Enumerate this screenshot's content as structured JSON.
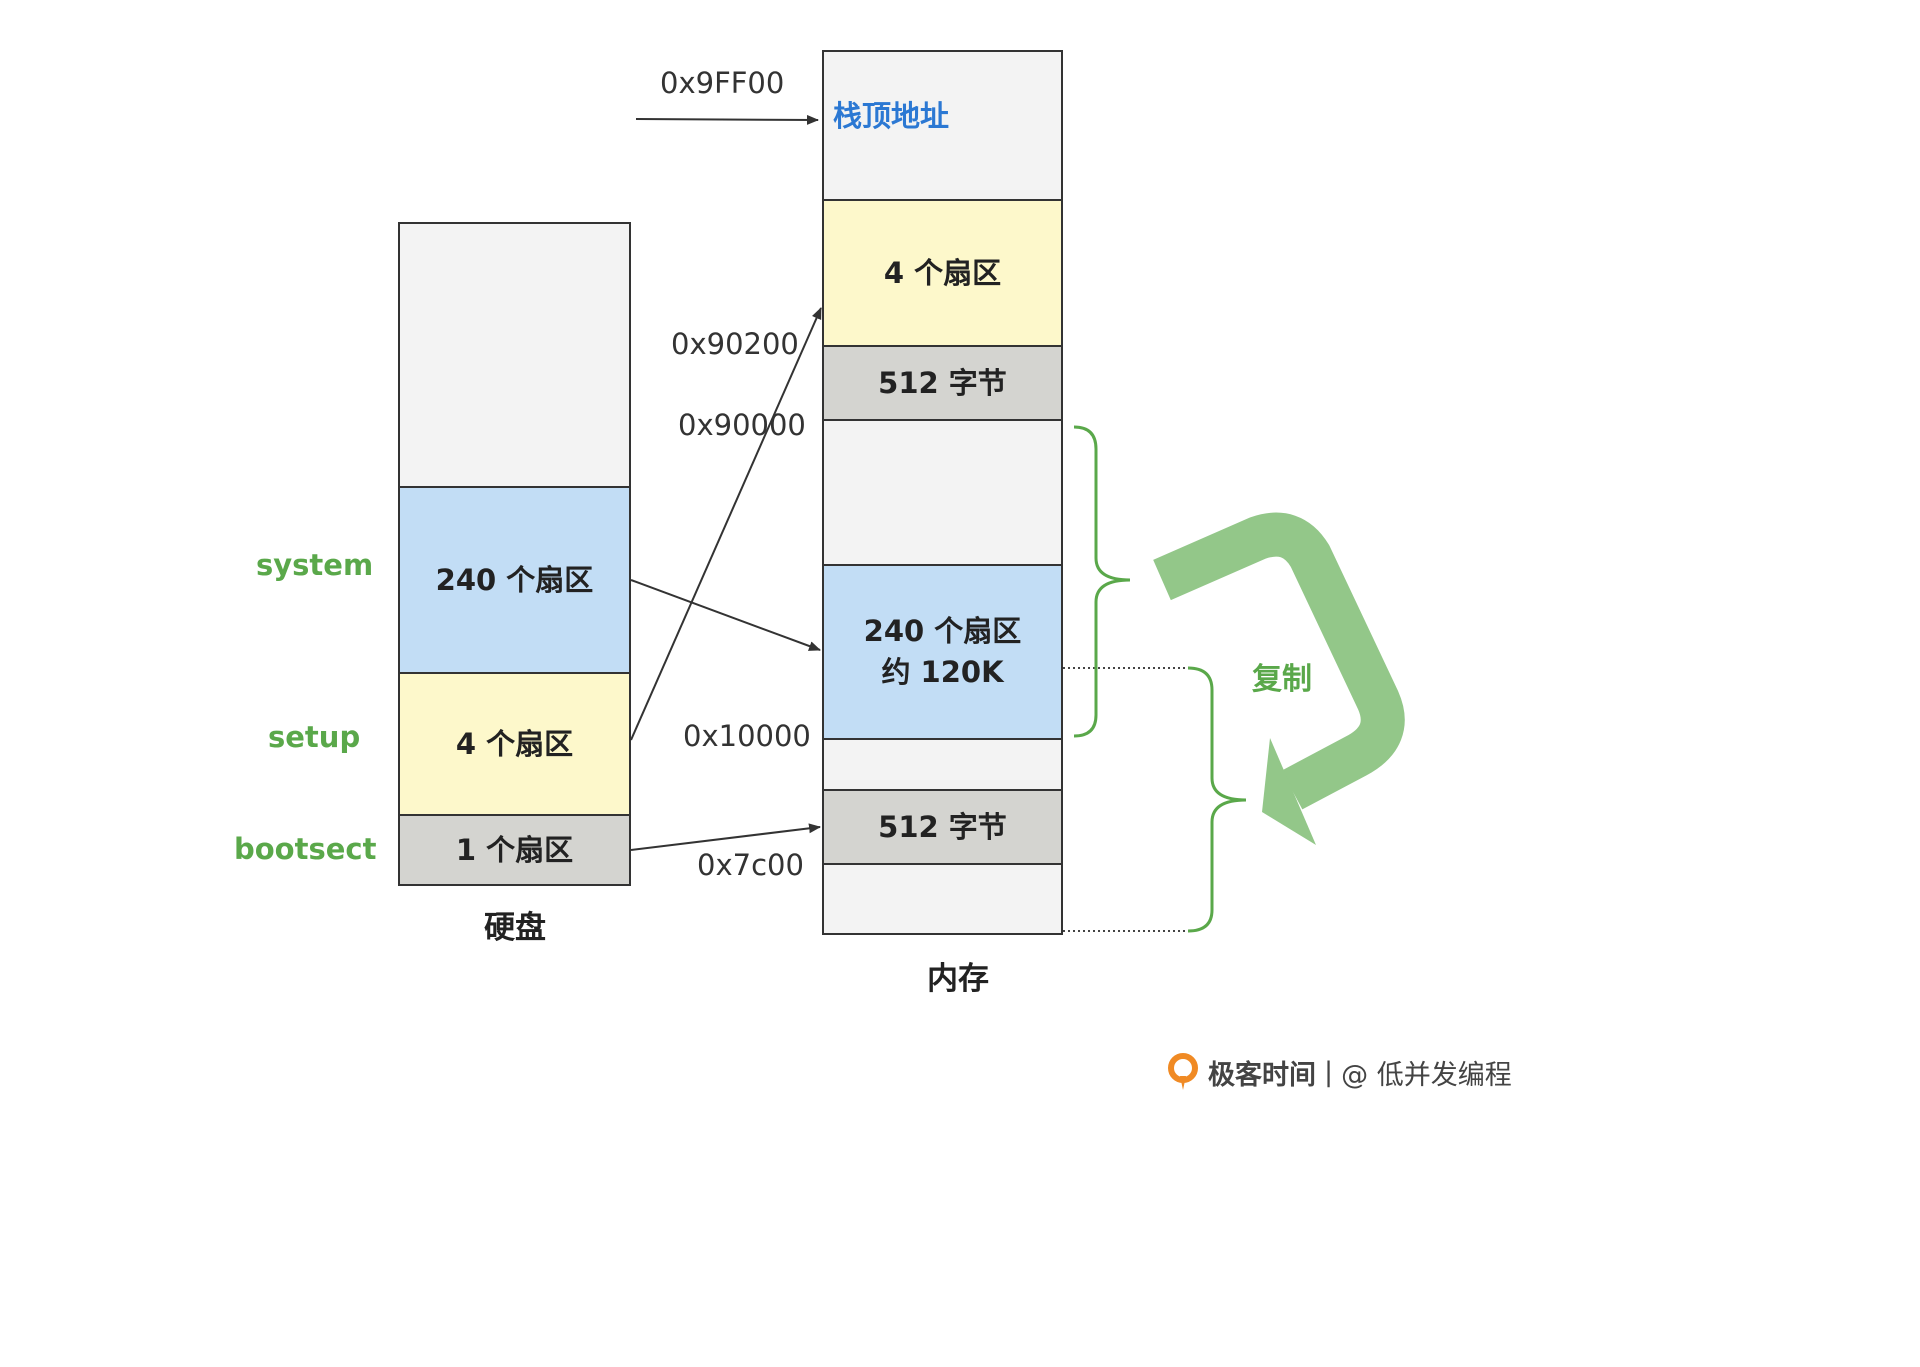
{
  "colors": {
    "light": "#f3f3f3",
    "yellow": "#fdf8cb",
    "blue": "#c2ddf5",
    "gray": "#d4d4d0",
    "green": "#5aa84a",
    "green_arrow": "#93c789",
    "blue_text": "#2b78d3",
    "border": "#333333"
  },
  "disk": {
    "caption": "硬盘",
    "system": {
      "side_label": "system",
      "text": "240 个扇区"
    },
    "setup": {
      "side_label": "setup",
      "text": "4 个扇区"
    },
    "bootsect": {
      "side_label": "bootsect",
      "text": "1 个扇区"
    }
  },
  "memory": {
    "caption": "内存",
    "stack_top": "栈顶地址",
    "setup_block": "4 个扇区",
    "boot_copy_block": "512 字节",
    "system_block": {
      "line1": "240 个扇区",
      "line2": "约 120K"
    },
    "boot_block": "512 字节"
  },
  "addresses": {
    "stack": "0x9FF00",
    "setup": "0x90200",
    "boot_copy": "0x90000",
    "system": "0x10000",
    "boot": "0x7c00"
  },
  "copy_label": "复制",
  "footer": {
    "logo_icon": "geekbang-logo-icon",
    "brand": "极客时间",
    "separator": "|",
    "author": "@ 低并发编程"
  }
}
